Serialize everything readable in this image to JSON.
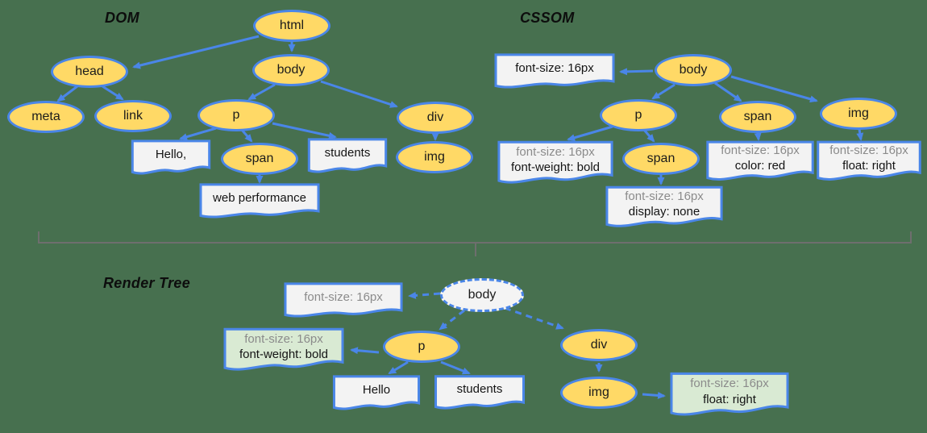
{
  "background_color": "#47704F",
  "colors": {
    "node_fill": "#FFD966",
    "node_border": "#4A86E8",
    "arrow": "#4A86E8",
    "box_fill": "#F3F3F3",
    "green_box_fill": "#D9EAD3",
    "muted_text": "#8B8B8B",
    "text": "#141414",
    "brace": "#6E6E6E",
    "render_root_fill": "#F4F4F4"
  },
  "sections": {
    "dom": {
      "title": "DOM",
      "nodes": {
        "html": "html",
        "head": "head",
        "body": "body",
        "meta": "meta",
        "link": "link",
        "p": "p",
        "div": "div",
        "span": "span",
        "img": "img"
      },
      "text_boxes": {
        "hello": "Hello,",
        "students": "students",
        "web_performance": "web performance"
      }
    },
    "cssom": {
      "title": "CSSOM",
      "nodes": {
        "body": "body",
        "p": "p",
        "span1": "span",
        "img": "img",
        "span2": "span"
      },
      "boxes": {
        "body_style": {
          "line1": "font-size: 16px"
        },
        "p_style": {
          "line1": "font-size: 16px",
          "line2": "font-weight: bold"
        },
        "span1_style": {
          "line1": "font-size: 16px",
          "line2": "color: red"
        },
        "img_style": {
          "line1": "font-size: 16px",
          "line2": "float: right"
        },
        "span2_style": {
          "line1": "font-size: 16px",
          "line2": "display: none"
        }
      }
    },
    "render_tree": {
      "title": "Render Tree",
      "nodes": {
        "body": "body",
        "p": "p",
        "div": "div",
        "img": "img"
      },
      "boxes": {
        "body_style": {
          "line1": "font-size: 16px"
        },
        "p_style": {
          "line1": "font-size: 16px",
          "line2": "font-weight: bold"
        },
        "img_style": {
          "line1": "font-size: 16px",
          "line2": "float: right"
        },
        "hello": "Hello",
        "students": "students"
      }
    }
  }
}
